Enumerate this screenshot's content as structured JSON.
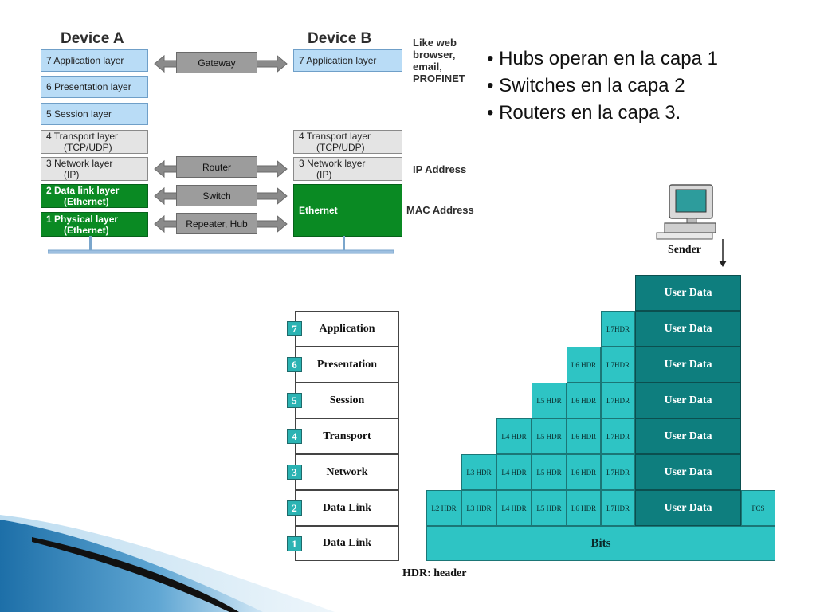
{
  "device_a": {
    "title": "Device A",
    "layers": [
      {
        "line1": "7 Application layer",
        "line2": ""
      },
      {
        "line1": "6 Presentation layer",
        "line2": ""
      },
      {
        "line1": "5 Session layer",
        "line2": ""
      },
      {
        "line1": "4 Transport layer",
        "line2": "(TCP/UDP)"
      },
      {
        "line1": "3 Network layer",
        "line2": "(IP)"
      },
      {
        "line1": "2 Data link layer",
        "line2": "(Ethernet)"
      },
      {
        "line1": "1 Physical layer",
        "line2": "(Ethernet)"
      }
    ]
  },
  "device_b": {
    "title": "Device B",
    "layers": [
      {
        "line1": "7 Application layer",
        "line2": ""
      },
      {
        "line1": "4 Transport layer",
        "line2": "(TCP/UDP)"
      },
      {
        "line1": "3 Network layer",
        "line2": "(IP)"
      },
      {
        "line1": "Ethernet",
        "line2": ""
      }
    ]
  },
  "devices": [
    "Gateway",
    "Router",
    "Switch",
    "Repeater, Hub"
  ],
  "side_labels": {
    "app_line1": "Like web",
    "app_line2": "browser,",
    "app_line3": "email,",
    "app_line4": "PROFINET",
    "ip": "IP Address",
    "mac": "MAC Address"
  },
  "bullets": [
    "• Hubs operan en la capa 1",
    "• Switches en la capa 2",
    "• Routers en la capa 3."
  ],
  "osi": {
    "rows": [
      {
        "num": "7",
        "name": "Application"
      },
      {
        "num": "6",
        "name": "Presentation"
      },
      {
        "num": "5",
        "name": "Session"
      },
      {
        "num": "4",
        "name": "Transport"
      },
      {
        "num": "3",
        "name": "Network"
      },
      {
        "num": "2",
        "name": "Data Link"
      },
      {
        "num": "1",
        "name": "Data Link"
      }
    ],
    "headers": [
      "L2 HDR",
      "L3 HDR",
      "L4 HDR",
      "L5 HDR",
      "L6 HDR",
      "L7HDR"
    ],
    "user_data": "User Data",
    "fcs": "FCS",
    "bits": "Bits",
    "sender": "Sender",
    "caption": "HDR: header"
  },
  "colors": {
    "layer_blue": "#b9dcf6",
    "layer_gray": "#e4e4e4",
    "layer_green": "#0a8a23",
    "cell_teal": "#2ec4c4",
    "user_data_teal": "#0e7e7e"
  }
}
